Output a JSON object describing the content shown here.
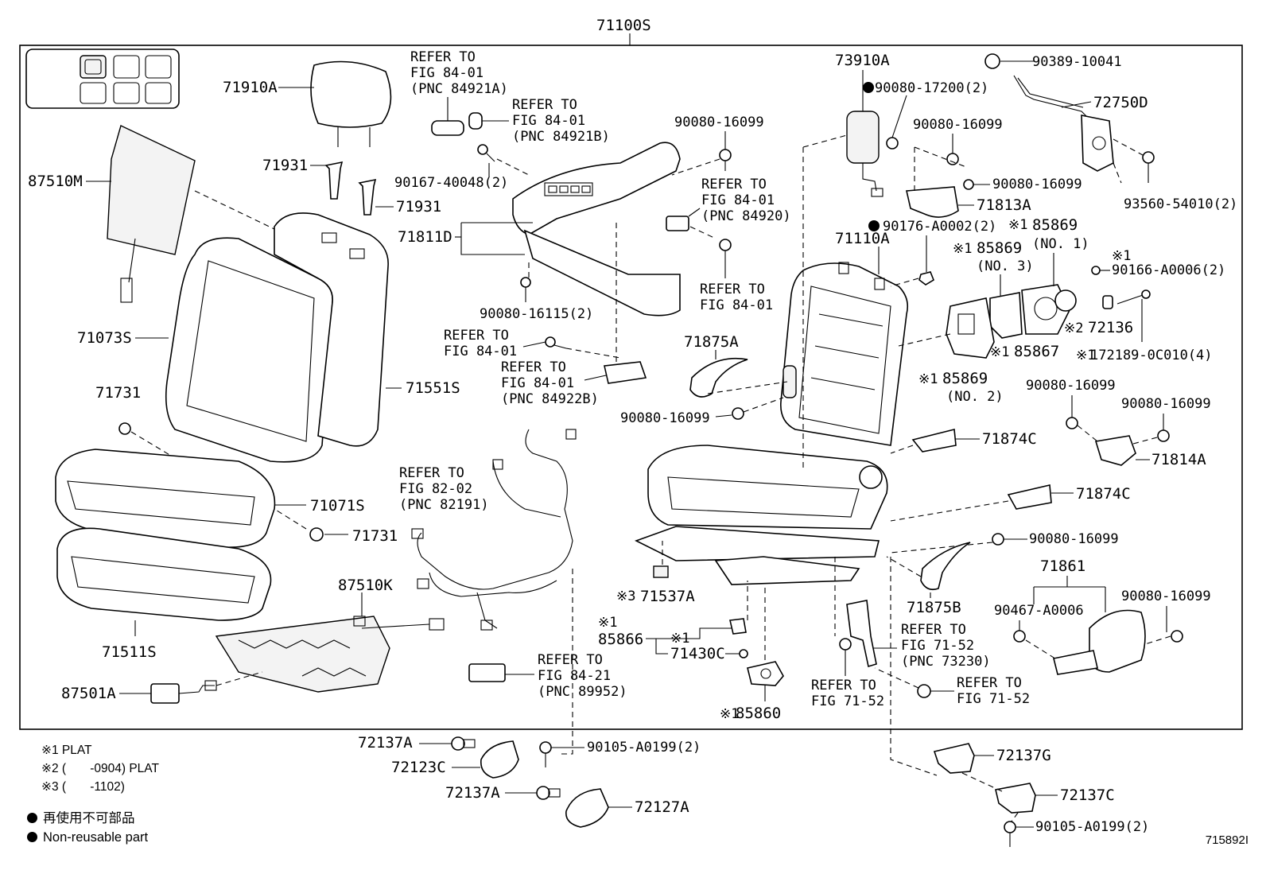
{
  "top_title": "71100S",
  "labels": {
    "p87510M": "87510M",
    "p71910A": "71910A",
    "p71931a": "71931",
    "p71931b": "71931",
    "p71073S": "71073S",
    "p71551S": "71551S",
    "p71731a": "71731",
    "p71731b": "71731",
    "p71071S": "71071S",
    "p71511S": "71511S",
    "p87510K": "87510K",
    "p87501A": "87501A",
    "p71811D": "71811D",
    "p90167": "90167-40048(2)",
    "p90080_16115": "90080-16115(2)",
    "p90080_16099_top": "90080-16099",
    "p73910A": "73910A",
    "p90080_17200": "90080-17200(2)",
    "p90080_16099_b": "90080-16099",
    "p90080_16099_c": "90080-16099",
    "p71813A": "71813A",
    "p90389": "90389-10041",
    "p72750D": "72750D",
    "p93560": "93560-54010(2)",
    "p90176": "90176-A0002(2)",
    "p71110A": "71110A",
    "p85869_no1": "85869",
    "p85869_no1_sub": "(NO. 1)",
    "p85869_no3": "85869",
    "p85869_no3_sub": "(NO. 3)",
    "p90166": "90166-A0006(2)",
    "p72136": "72136",
    "p85867": "85867",
    "p172189": "172189-0C010(4)",
    "p85869_no2": "85869",
    "p85869_no2_sub": "(NO. 2)",
    "p71875A": "71875A",
    "p90080_16099_d": "90080-16099",
    "p90080_16099_e": "90080-16099",
    "p90080_16099_f": "90080-16099",
    "p71874C_a": "71874C",
    "p71814A": "71814A",
    "p71874C_b": "71874C",
    "p90080_16099_g": "90080-16099",
    "p71861": "71861",
    "p90467": "90467-A0006",
    "p90080_16099_h": "90080-16099",
    "p71875B": "71875B",
    "p71537A": "71537A",
    "p85866": "85866",
    "p71430C": "71430C",
    "p85860": "85860",
    "p72137A_a": "72137A",
    "p72123C": "72123C",
    "p90105_a": "90105-A0199(2)",
    "p72137A_b": "72137A",
    "p72127A": "72127A",
    "p72137G": "72137G",
    "p72137C": "72137C",
    "p90105_b": "90105-A0199(2)"
  },
  "marks": {
    "mark1": "※1",
    "mark2": "※2",
    "mark3": "※3"
  },
  "refs": {
    "r1": [
      "REFER TO",
      "FIG 84-01",
      "(PNC 84921A)"
    ],
    "r2": [
      "REFER TO",
      "FIG 84-01",
      "(PNC 84921B)"
    ],
    "r3": [
      "REFER TO",
      "FIG 84-01",
      "(PNC 84920)"
    ],
    "r4": [
      "REFER TO",
      "FIG 84-01"
    ],
    "r5": [
      "REFER TO",
      "FIG 84-01"
    ],
    "r6": [
      "REFER TO",
      "FIG 84-01",
      "(PNC 84922B)"
    ],
    "r7": [
      "REFER TO",
      "FIG 82-02",
      "(PNC 82191)"
    ],
    "r8": [
      "REFER TO",
      "FIG 84-21",
      "(PNC 89952)"
    ],
    "r9": [
      "REFER TO",
      "FIG 71-52",
      "(PNC 73230)"
    ],
    "r10": [
      "REFER TO",
      "FIG 71-52"
    ],
    "r11": [
      "REFER TO",
      "FIG 71-52"
    ]
  },
  "legend": {
    "l1": "※1 PLAT",
    "l2": "※2 (       -0904) PLAT",
    "l3": "※3 (       -1102)",
    "ja": "再使用不可部品",
    "en": "Non-reusable part"
  },
  "figure_id": "715892I"
}
